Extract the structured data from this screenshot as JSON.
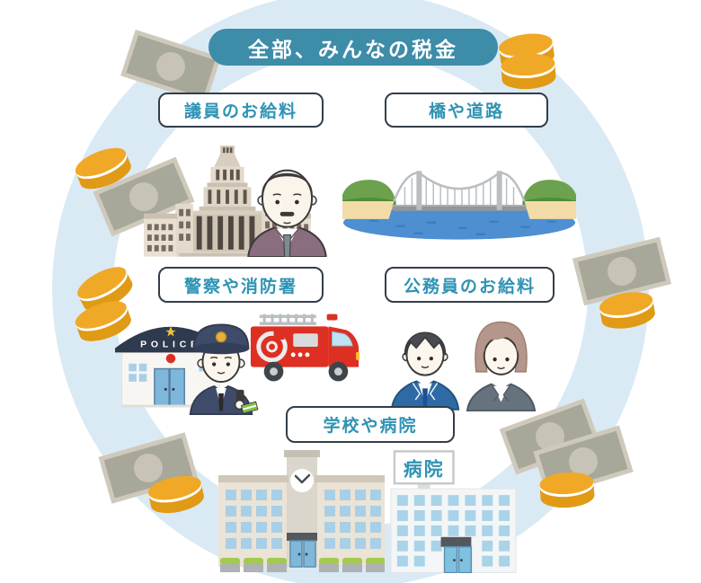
{
  "title": "全部、みんなの税金",
  "sections": [
    {
      "id": "politicians-salary",
      "label": "議員のお給料",
      "illustrations": [
        "national-diet-building",
        "politician"
      ]
    },
    {
      "id": "bridges-roads",
      "label": "橋や道路",
      "illustrations": [
        "suspension-bridge"
      ]
    },
    {
      "id": "police-fire",
      "label": "警察や消防署",
      "illustrations": [
        "police-station",
        "police-officer",
        "fire-truck"
      ]
    },
    {
      "id": "civil-servants-salary",
      "label": "公務員のお給料",
      "illustrations": [
        "male-office-worker",
        "female-office-worker"
      ]
    },
    {
      "id": "schools-hospitals",
      "label": "学校や病院",
      "illustrations": [
        "school-building",
        "hospital-building"
      ]
    }
  ],
  "signs": {
    "police": "POLICE",
    "hospital": "病院"
  },
  "decorations": {
    "banknotes": 6,
    "coins": 8
  },
  "icons": {
    "banknote": "banknote-icon",
    "coin": "coin-icon",
    "ring": "circular-flow-ring"
  },
  "colors": {
    "title_background": "#3d8ca8",
    "label_text": "#2f93b4",
    "label_border": "#333d49",
    "ring_blue": "#d9eaf5",
    "coin_gold": "#e8a11d",
    "banknote_grey": "#a7a79a",
    "fire_truck_red": "#de2f23",
    "police_navy": "#2e3a4d",
    "water_blue": "#4d8fd1",
    "suit_purple": "#8a6d7e",
    "suit_blue": "#2e6ba6",
    "blazer_grey": "#66727e"
  }
}
